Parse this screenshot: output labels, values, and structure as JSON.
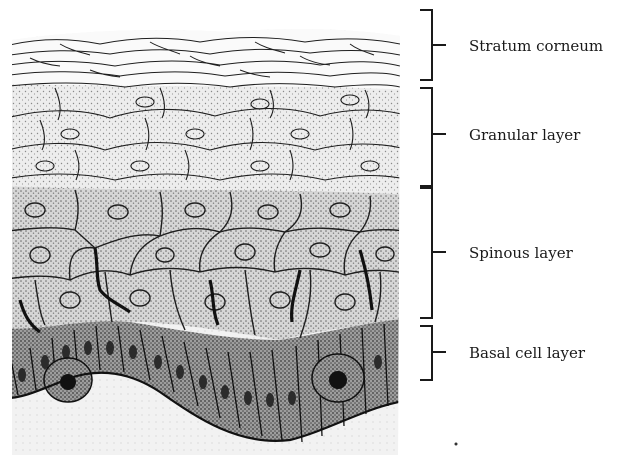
{
  "diagram": {
    "layers": [
      {
        "id": "stratum-corneum",
        "label": "Stratum corneum"
      },
      {
        "id": "granular",
        "label": "Granular layer"
      },
      {
        "id": "spinous",
        "label": "Spinous layer"
      },
      {
        "id": "basal",
        "label": "Basal cell layer"
      }
    ]
  }
}
